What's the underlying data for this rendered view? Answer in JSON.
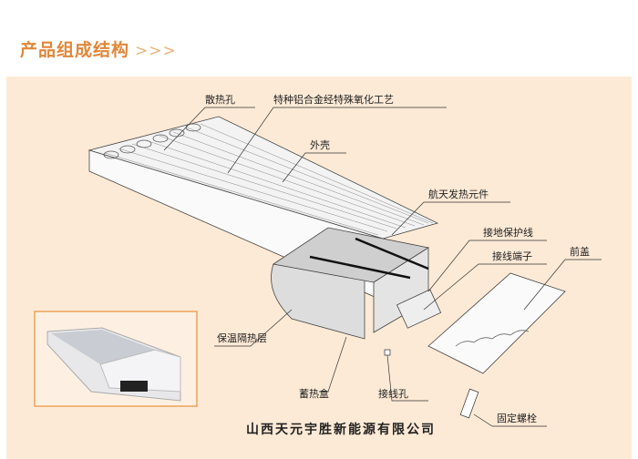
{
  "header": {
    "title": "产品组成结构",
    "arrows": ">>>"
  },
  "labels": {
    "vent_holes": "散热孔",
    "aluminum": "特种铝合金经特殊氧化工艺",
    "shell": "外壳",
    "element": "航天发热元件",
    "ground_wire": "接地保护线",
    "terminal": "接线端子",
    "front_cover": "前盖",
    "insulation": "保温隔热层",
    "heat_box": "蓄热盒",
    "wire_hole": "接线孔",
    "bolt": "固定螺栓"
  },
  "company": "山西天元宇胜新能源有限公司",
  "colors": {
    "accent": "#e0873a",
    "panel": "#fdead6",
    "photo_border": "#e9a35c"
  }
}
